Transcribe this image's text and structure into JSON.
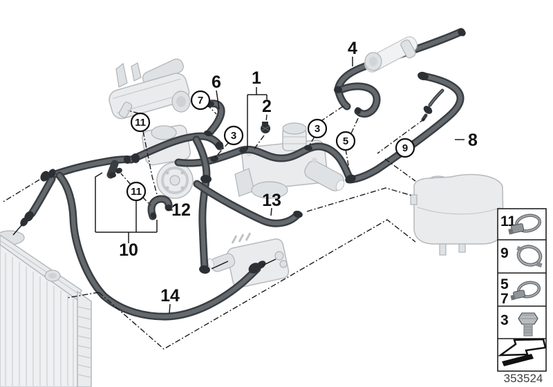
{
  "callouts": {
    "n1": "1",
    "n2": "2",
    "n3": "3",
    "n4": "4",
    "n5": "5",
    "n6": "6",
    "n7": "7",
    "n8": "8",
    "n9": "9",
    "n10": "10",
    "n11": "11",
    "n12": "12",
    "n13": "13",
    "n14": "14"
  },
  "legend": {
    "items": [
      {
        "label": "11",
        "icon": "worm-drive-hose-clamp"
      },
      {
        "label": "9",
        "icon": "profile-hose-clamp"
      },
      {
        "label": "5",
        "label2": "7",
        "icon": "worm-drive-hose-clamp"
      },
      {
        "label": "3",
        "icon": "hex-bolt"
      },
      {
        "label": "",
        "icon": "direction-arrow"
      }
    ]
  },
  "footer": {
    "diagram_number": "353524"
  },
  "colors": {
    "hose": "#3a3e42",
    "component_fill": "#e9ebed",
    "line": "#1a1a1a",
    "background": "#ffffff"
  }
}
